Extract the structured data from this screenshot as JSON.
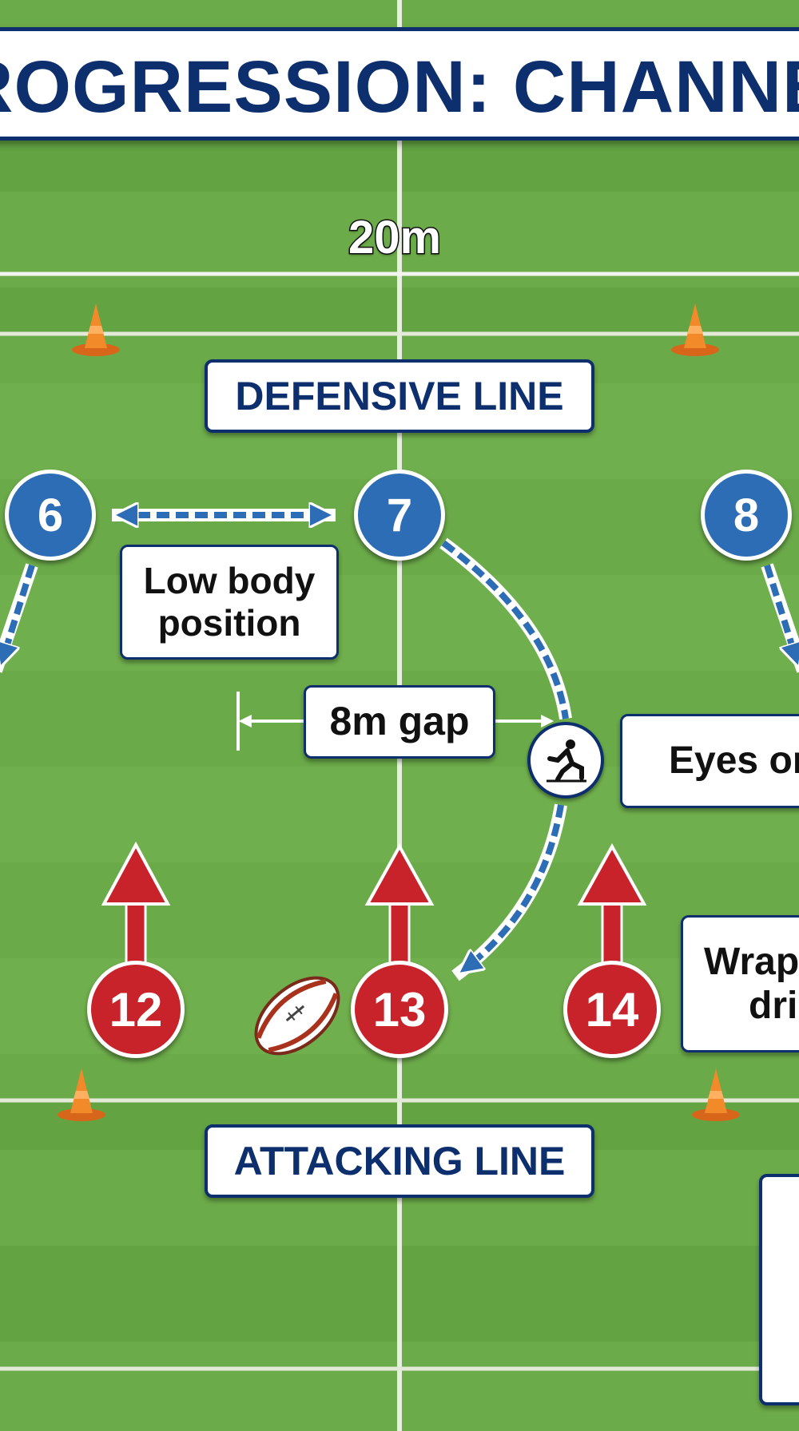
{
  "title": "ROGRESSION: CHANNEL",
  "distance_label": "20m",
  "defensive_line_label": "DEFENSIVE LINE",
  "attacking_line_label": "ATTACKING LINE",
  "gap_label": "8m gap",
  "notes": {
    "low_body_line1": "Low body",
    "low_body_line2": "position",
    "eyes_on": "Eyes on",
    "wrap_line1": "Wrap",
    "wrap_line2": "dri"
  },
  "defenders": [
    {
      "number": "6"
    },
    {
      "number": "7"
    },
    {
      "number": "8"
    }
  ],
  "attackers": [
    {
      "number": "12"
    },
    {
      "number": "13"
    },
    {
      "number": "14"
    }
  ],
  "icons": {
    "tackle": "tackle-icon",
    "ball": "rugby-ball-icon",
    "cone": "cone-icon"
  },
  "colors": {
    "defender": "#2d6db5",
    "attacker": "#c8222b",
    "line_text": "#0d2f6e",
    "field_light": "#6fae4c",
    "field_dark": "#5f9f3f"
  }
}
